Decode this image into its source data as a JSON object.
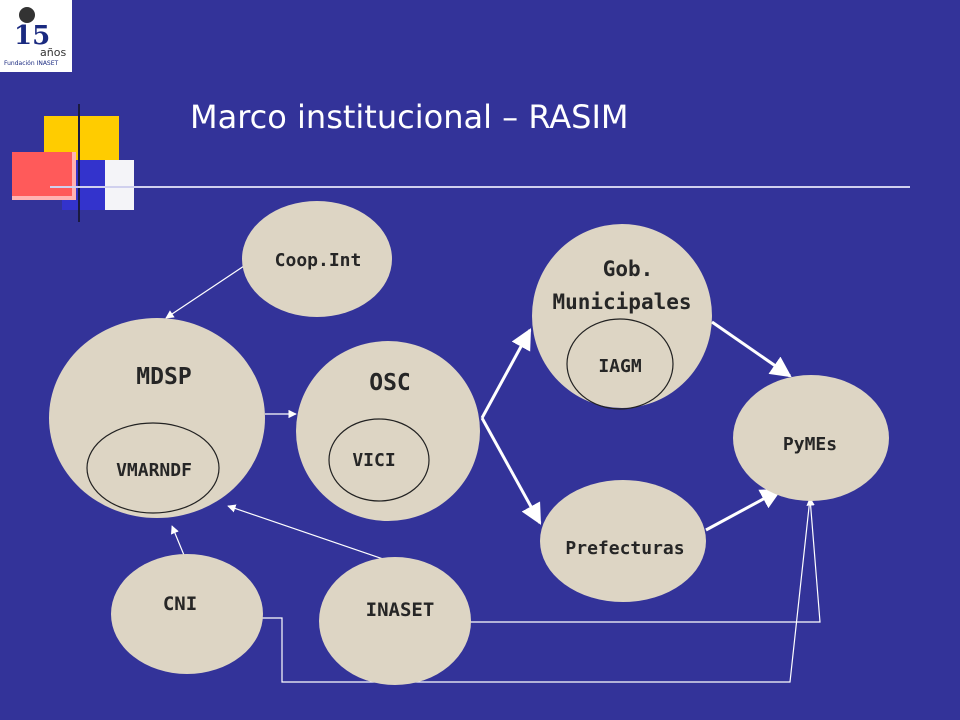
{
  "title": "Marco institucional – RASIM",
  "logo": {
    "number": "15",
    "suffix": "años",
    "organization": "Fundación INASET"
  },
  "colors": {
    "background": "#333399",
    "node_fill": "#ddd5c4",
    "arrow": "#ffffff",
    "deco_yellow": "#ffcc00",
    "deco_red": "#ff5555",
    "deco_blue": "#3333cc"
  },
  "nodes": {
    "coop_int": "Coop.Int",
    "gob_line1": "Gob.",
    "gob_line2": "Municipales",
    "iagm": "IAGM",
    "mdsp": "MDSP",
    "vmarndf": "VMARNDF",
    "osc": "OSC",
    "vici": "VICI",
    "pymes": "PyMEs",
    "prefecturas": "Prefecturas",
    "cni": "CNI",
    "inaset": "INASET"
  },
  "edges": [
    {
      "from": "Coop.Int",
      "to": "MDSP"
    },
    {
      "from": "MDSP",
      "to": "OSC"
    },
    {
      "from": "OSC",
      "to": "Gob. Municipales"
    },
    {
      "from": "OSC",
      "to": "Prefecturas"
    },
    {
      "from": "Gob. Municipales",
      "to": "PyMEs"
    },
    {
      "from": "Prefecturas",
      "to": "PyMEs"
    },
    {
      "from": "CNI",
      "to": "MDSP"
    },
    {
      "from": "INASET",
      "to": "MDSP"
    },
    {
      "from": "INASET",
      "to": "PyMEs"
    }
  ]
}
